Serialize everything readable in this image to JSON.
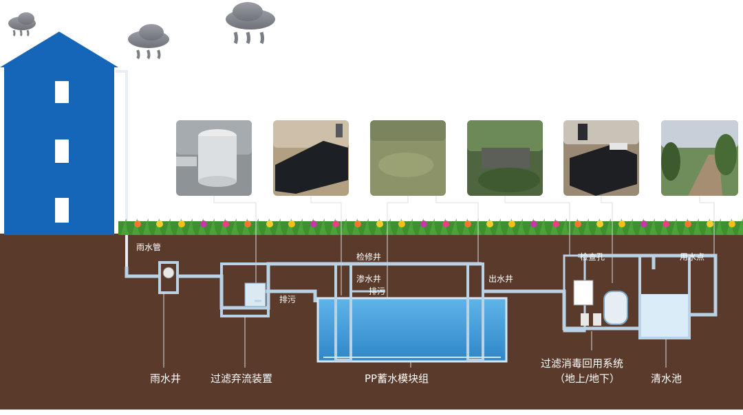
{
  "labels": {
    "rain_pipe": "雨水管",
    "inspection_well": "检修井",
    "seepage_well": "渗水井",
    "drain_sewage_1": "排污",
    "drain_sewage_2": "排污",
    "outlet_well": "出水井",
    "inspection_hole": "检查孔",
    "water_point": "用水点",
    "rainwater_well": "雨水井",
    "filter_device": "过滤弃流装置",
    "pp_module": "PP蓄水模块组",
    "recycle_system_line1": "过滤消毒回用系统",
    "recycle_system_line2": "（地上/地下）",
    "clear_pool": "清水池"
  },
  "colors": {
    "building": "#1565b8",
    "soil": "#5b3a2a",
    "pipe": "#b9d2e6",
    "water": "#3f9ad8",
    "grass": "#3d8f2f"
  },
  "photos": [
    {
      "name": "filter-device-photo"
    },
    {
      "name": "tank-install-photo"
    },
    {
      "name": "grass-field-photo"
    },
    {
      "name": "garden-photo"
    },
    {
      "name": "underground-tank-photo"
    },
    {
      "name": "park-path-photo"
    }
  ]
}
